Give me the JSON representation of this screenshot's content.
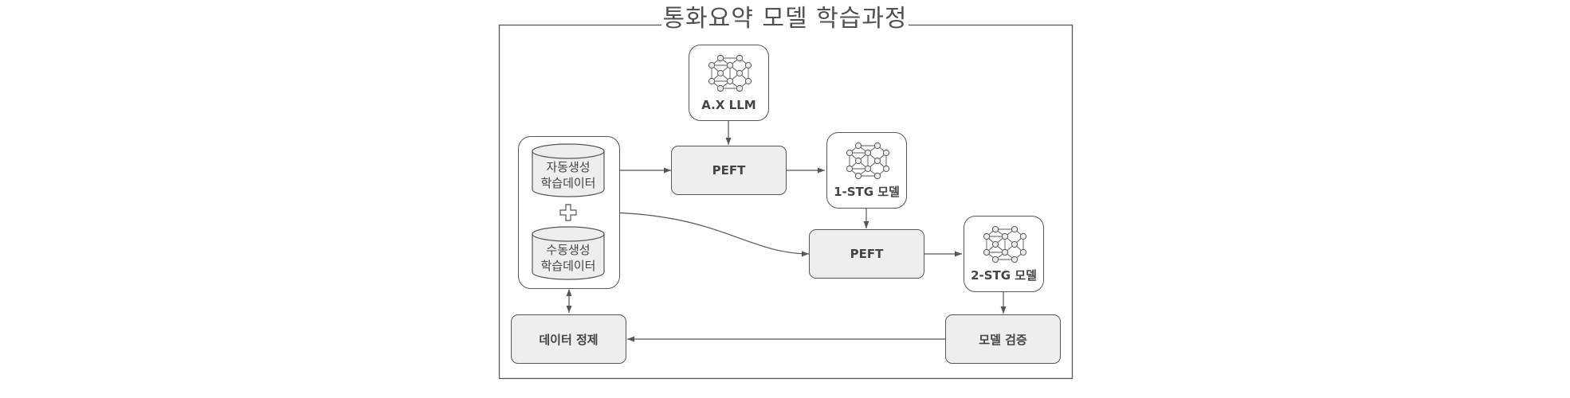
{
  "title": "통화요약 모델 학습과정",
  "models": {
    "base": "A.X LLM",
    "stage1": "1-STG 모델",
    "stage2": "2-STG 모델"
  },
  "peft": {
    "first": "PEFT",
    "second": "PEFT"
  },
  "datasets": {
    "auto_line1": "자동생성",
    "auto_line2": "학습데이터",
    "manual_line1": "수동생성",
    "manual_line2": "학습데이터"
  },
  "steps": {
    "cleaning": "데이터 정제",
    "validation": "모델 검증"
  },
  "icons": [
    "neural-network-icon",
    "plus-icon",
    "database-icon"
  ],
  "colors": {
    "line": "#555555",
    "box_fill": "#eeeeee",
    "text": "#444444"
  }
}
